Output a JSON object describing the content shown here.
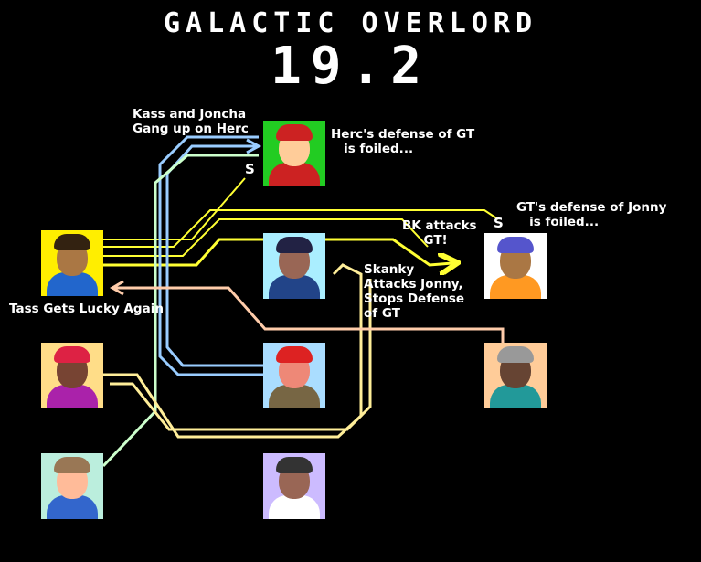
{
  "title": "GALACTIC OVERLORD",
  "subtitle": "19.2",
  "annotations": {
    "kass_joncha": "Kass and Joncha\nGang up on Herc",
    "herc_foiled": "Herc's defense of GT\n   is foiled...",
    "gt_foiled": "GT's defense of Jonny\n   is foiled...",
    "bk_attacks": "BK attacks\n     GT!",
    "skanky": "Skanky\nAttacks Jonny,\nStops Defense\nof GT",
    "tass_lucky": "Tass Gets Lucky Again"
  },
  "badges": {
    "s1": "S",
    "s2": "S"
  },
  "colors": {
    "background": "#000000",
    "yellow": "#ffff33",
    "pale_yellow": "#ffee99",
    "light_blue": "#99ccff",
    "pale_green": "#ccffcc",
    "peach": "#ffccaa"
  }
}
